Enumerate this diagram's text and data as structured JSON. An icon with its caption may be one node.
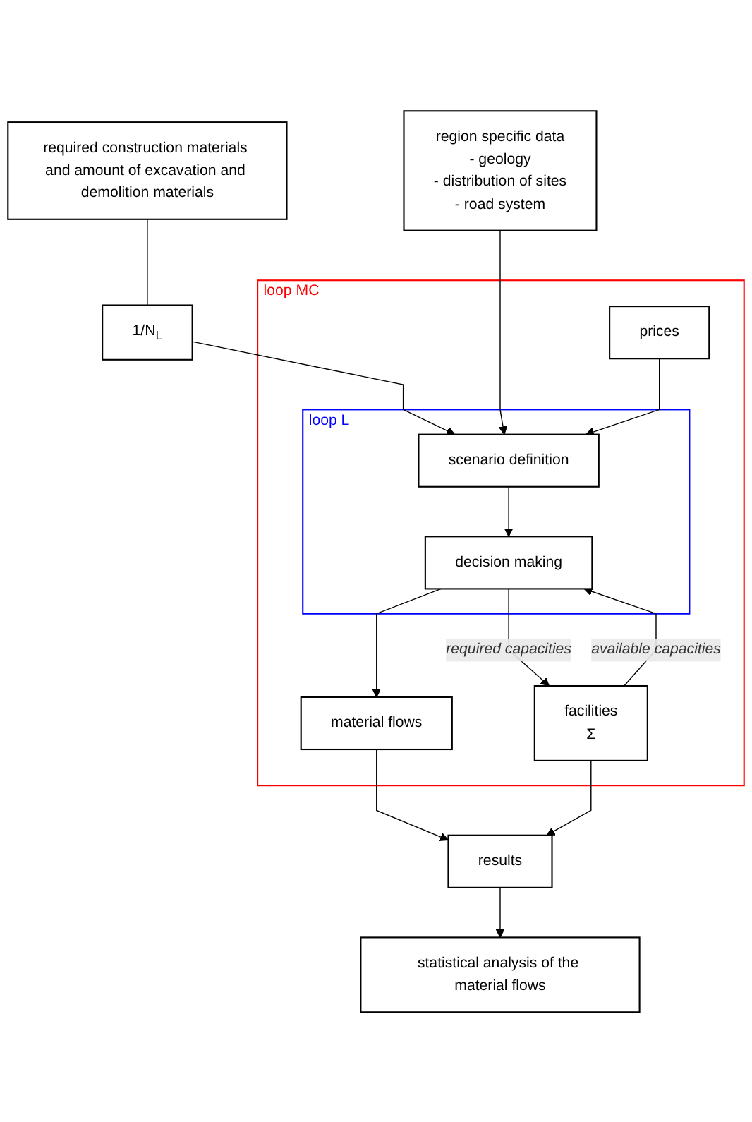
{
  "diagram": {
    "nodes": [
      {
        "text": [
          "required construction materials and amount of excavation and demolition materials"
        ]
      },
      {
        "text": [
          "region specific data",
          "- geology",
          "- distribution of sites",
          "- road system"
        ]
      },
      {
        "text": [
          "1/N$_{L}$"
        ]
      },
      {
        "text": [
          "loop MC"
        ]
      },
      {
        "text": [
          "loop L"
        ],
        "in": 3
      },
      {
        "text": [
          "scenario definition"
        ],
        "in": 4
      },
      {
        "text": [
          "decision making"
        ],
        "in": 4
      },
      {
        "text": [
          "prices"
        ],
        "in": 3
      },
      {
        "text": [
          "facilities",
          "Σ"
        ],
        "in": 3
      },
      {
        "text": [
          "material flows"
        ],
        "in": 3
      },
      {
        "text": [
          "results"
        ]
      },
      {
        "text": [
          "statistical analysis of the material flows"
        ]
      }
    ],
    "edges": [
      {
        "from": 0,
        "to": 2,
        "arrow": "none"
      },
      {
        "from": 2,
        "to": 5,
        "arrow": "to"
      },
      {
        "from": 1,
        "to": 5,
        "arrow": "to"
      },
      {
        "from": 7,
        "to": 5,
        "arrow": "to"
      },
      {
        "from": 5,
        "to": 6,
        "arrow": "to"
      },
      {
        "from": 8,
        "to": 6,
        "arrow": "to",
        "label": "available capacities"
      },
      {
        "from": 6,
        "to": 8,
        "arrow": "to",
        "label": "required capacities"
      },
      {
        "from": 6,
        "to": 9,
        "arrow": "to"
      },
      {
        "from": 9,
        "to": 10,
        "arrow": "to"
      },
      {
        "from": 8,
        "to": 10,
        "arrow": "to"
      },
      {
        "from": 10,
        "to": 11,
        "arrow": "to"
      }
    ]
  }
}
